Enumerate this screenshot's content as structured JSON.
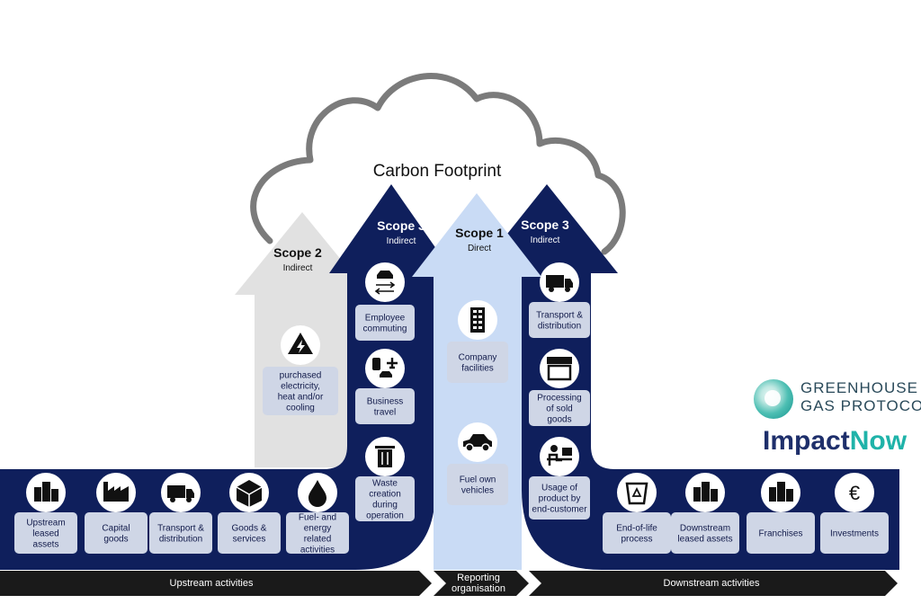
{
  "title": "Carbon Footprint",
  "scope2": {
    "title": "Scope 2",
    "subtitle": "Indirect",
    "items": [
      {
        "label": "purchased electricity, heat and/or cooling",
        "icon": "lightning-icon"
      }
    ]
  },
  "scope3_left": {
    "title": "Scope 3",
    "subtitle": "Indirect",
    "items": [
      {
        "label": "Employee commuting",
        "icon": "car-commute-icon"
      },
      {
        "label": "Business travel",
        "icon": "train-plane-icon"
      },
      {
        "label": "Waste creation during operation",
        "icon": "trash-icon"
      }
    ]
  },
  "scope1": {
    "title": "Scope 1",
    "subtitle": "Direct",
    "items": [
      {
        "label": "Company facilities",
        "icon": "office-building-icon"
      },
      {
        "label": "Fuel own vehicles",
        "icon": "car-icon"
      }
    ]
  },
  "scope3_right": {
    "title": "Scope 3",
    "subtitle": "Indirect",
    "items": [
      {
        "label": "Transport & distribution",
        "icon": "truck-icon"
      },
      {
        "label": "Processing of sold goods",
        "icon": "shop-icon"
      },
      {
        "label": "Usage of product by end-customer",
        "icon": "desk-user-icon"
      }
    ]
  },
  "upstream": {
    "label": "Upstream activities",
    "items": [
      {
        "label": "Upstream leased assets",
        "icon": "buildings-icon"
      },
      {
        "label": "Capital goods",
        "icon": "factory-icon"
      },
      {
        "label": "Transport & distribution",
        "icon": "truck-icon"
      },
      {
        "label": "Goods & services",
        "icon": "box-icon"
      },
      {
        "label": "Fuel- and energy related activities",
        "icon": "drop-icon"
      }
    ]
  },
  "downstream": {
    "label": "Downstream activities",
    "items": [
      {
        "label": "End-of-life process",
        "icon": "recycle-icon"
      },
      {
        "label": "Downstream leased assets",
        "icon": "buildings-icon"
      },
      {
        "label": "Franchises",
        "icon": "buildings-icon"
      },
      {
        "label": "Investments",
        "icon": "euro-icon"
      }
    ]
  },
  "reporting": {
    "label": "Reporting organisation"
  },
  "logos": {
    "ghg_line1": "GREENHOUSE",
    "ghg_line2": "GAS PROTOCOL",
    "impact_a": "Impact",
    "impact_b": "Now"
  },
  "colors": {
    "navy": "#0f1f5c",
    "light_blue": "#c9dbf5",
    "gray_arrow": "#e1e1e1",
    "box_fill": "#cfd6e6",
    "bar": "#1a1a1a"
  }
}
